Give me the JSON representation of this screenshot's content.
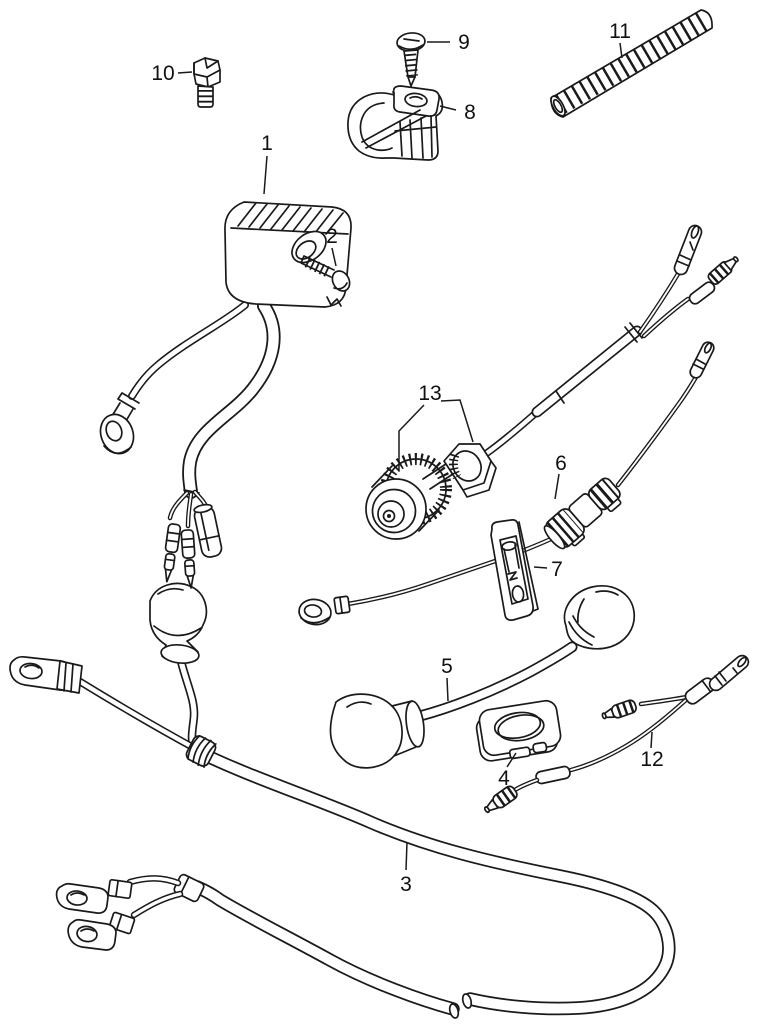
{
  "colors": {
    "background": "#ffffff",
    "line": "#1a1a1a",
    "text": "#111111"
  },
  "diagram": {
    "type": "exploded-parts-diagram",
    "callouts": [
      {
        "part": "rectifier-assembly",
        "label": "1"
      },
      {
        "part": "rectifier-screw",
        "label": "2"
      },
      {
        "part": "battery-cable",
        "label": "3"
      },
      {
        "part": "cable-clip",
        "label": "4"
      },
      {
        "part": "plug-cap-cable",
        "label": "5"
      },
      {
        "part": "inline-connector",
        "label": "6"
      },
      {
        "part": "wire-clamp-plate",
        "label": "7"
      },
      {
        "part": "clamp-bracket",
        "label": "8"
      },
      {
        "part": "tapping-screw",
        "label": "9"
      },
      {
        "part": "hex-bolt",
        "label": "10"
      },
      {
        "part": "corrugated-tube",
        "label": "11"
      },
      {
        "part": "lead-wire-assembly",
        "label": "12"
      },
      {
        "part": "knob-and-nut-assembly",
        "label": "13"
      }
    ]
  }
}
